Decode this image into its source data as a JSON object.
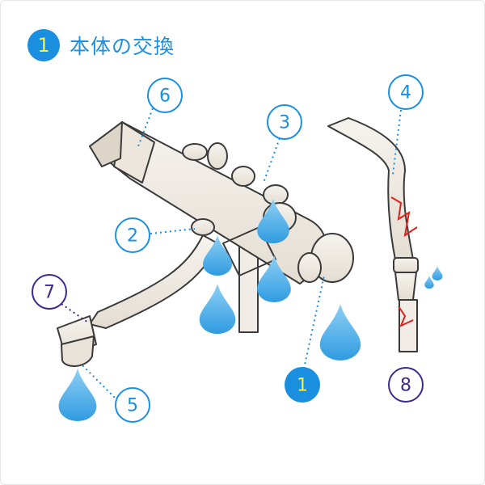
{
  "title": {
    "number": "1",
    "text": "本体の交換"
  },
  "colors": {
    "blue": "#1a8fe0",
    "purple": "#3d2a8c",
    "water": "#3aa6e6",
    "crack": "#e0201a",
    "yellow": "#ffee33"
  },
  "labels": {
    "l1": "1",
    "l2": "2",
    "l3": "3",
    "l4": "4",
    "l5": "5",
    "l6": "6",
    "l7": "7",
    "l8": "8"
  }
}
